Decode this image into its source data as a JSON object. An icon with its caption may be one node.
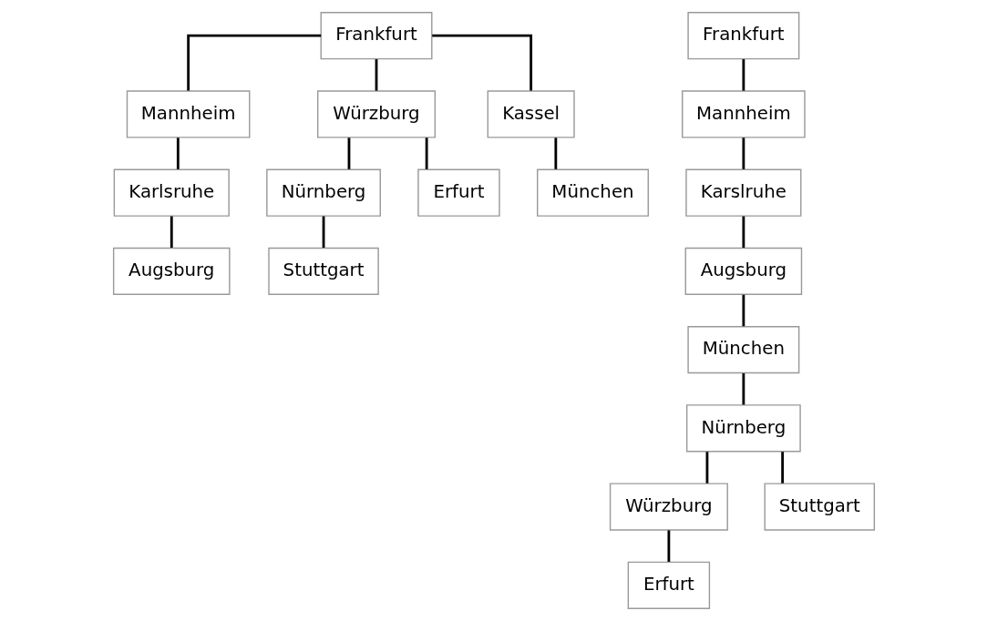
{
  "diagram": {
    "nodes": [
      {
        "text": [
          "Frankfurt"
        ]
      },
      {
        "text": [
          "Mannheim"
        ]
      },
      {
        "text": [
          "Würzburg"
        ]
      },
      {
        "text": [
          "Kassel"
        ]
      },
      {
        "text": [
          "Karlsruhe"
        ]
      },
      {
        "text": [
          "Nürnberg"
        ]
      },
      {
        "text": [
          "Erfurt"
        ]
      },
      {
        "text": [
          "München"
        ]
      },
      {
        "text": [
          "Augsburg"
        ]
      },
      {
        "text": [
          "Stuttgart"
        ]
      },
      {
        "text": [
          "Frankfurt"
        ]
      },
      {
        "text": [
          "Mannheim"
        ]
      },
      {
        "text": [
          "Karslruhe"
        ]
      },
      {
        "text": [
          "Augsburg"
        ]
      },
      {
        "text": [
          "München"
        ]
      },
      {
        "text": [
          "Nürnberg"
        ]
      },
      {
        "text": [
          "Würzburg"
        ]
      },
      {
        "text": [
          "Stuttgart"
        ]
      },
      {
        "text": [
          "Erfurt"
        ]
      }
    ],
    "edges": [
      {
        "from": 0,
        "to": 1,
        "arrow": "none"
      },
      {
        "from": 0,
        "to": 2,
        "arrow": "none"
      },
      {
        "from": 0,
        "to": 3,
        "arrow": "none"
      },
      {
        "from": 1,
        "to": 4,
        "arrow": "none"
      },
      {
        "from": 2,
        "to": 5,
        "arrow": "none"
      },
      {
        "from": 2,
        "to": 6,
        "arrow": "none"
      },
      {
        "from": 3,
        "to": 7,
        "arrow": "none"
      },
      {
        "from": 4,
        "to": 8,
        "arrow": "none"
      },
      {
        "from": 5,
        "to": 9,
        "arrow": "none"
      },
      {
        "from": 10,
        "to": 11,
        "arrow": "none"
      },
      {
        "from": 11,
        "to": 12,
        "arrow": "none"
      },
      {
        "from": 12,
        "to": 13,
        "arrow": "none"
      },
      {
        "from": 13,
        "to": 14,
        "arrow": "none"
      },
      {
        "from": 14,
        "to": 15,
        "arrow": "none"
      },
      {
        "from": 15,
        "to": 16,
        "arrow": "none"
      },
      {
        "from": 15,
        "to": 17,
        "arrow": "none"
      },
      {
        "from": 16,
        "to": 18,
        "arrow": "none"
      }
    ]
  }
}
